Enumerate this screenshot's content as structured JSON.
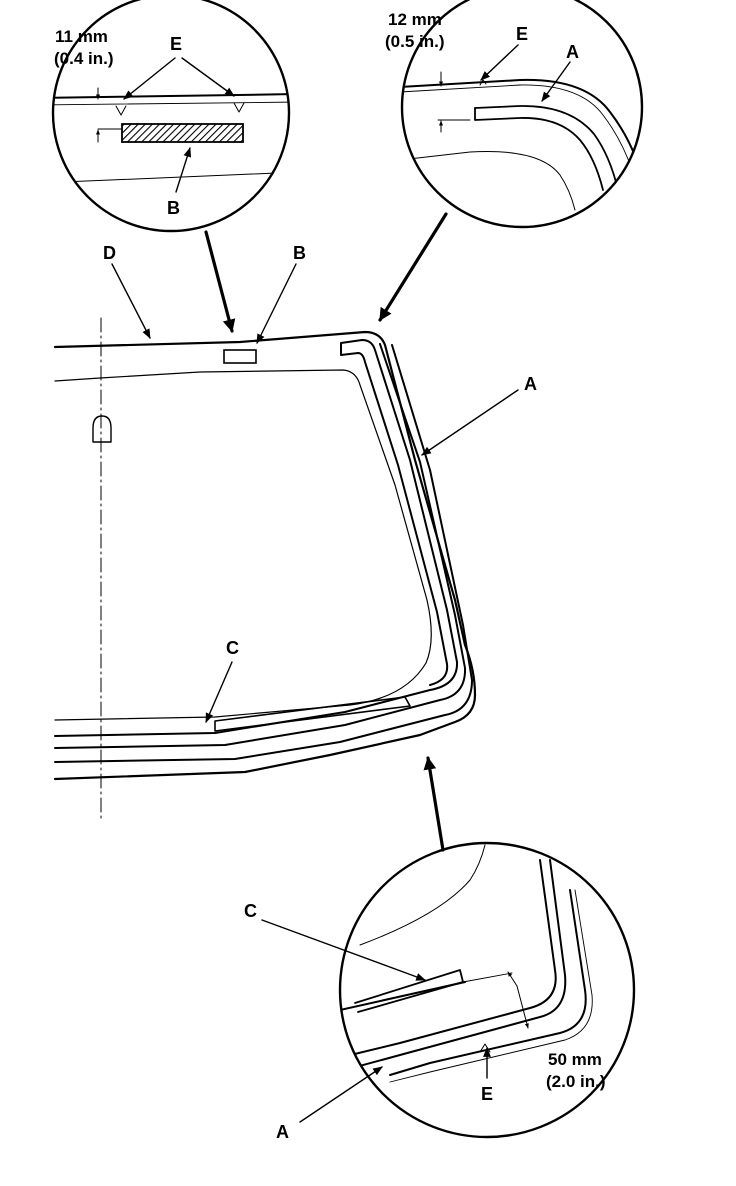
{
  "labels": {
    "A": "A",
    "B": "B",
    "C": "C",
    "D": "D",
    "E": "E"
  },
  "dimensions": {
    "top_left": {
      "metric": "11 mm",
      "imperial": "(0.4 in.)"
    },
    "top_right": {
      "metric": "12 mm",
      "imperial": "(0.5 in.)"
    },
    "bottom": {
      "metric": "50 mm",
      "imperial": "(2.0 in.)"
    }
  }
}
